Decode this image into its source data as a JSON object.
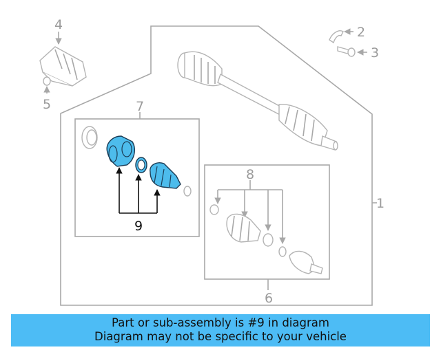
{
  "diagram": {
    "callouts": {
      "c1": "1",
      "c2": "2",
      "c3": "3",
      "c4": "4",
      "c5": "5",
      "c6": "6",
      "c7": "7",
      "c8": "8",
      "c9": "9"
    },
    "highlight_color": "#4dbcec",
    "outline_color": "#a8a8a8"
  },
  "banner": {
    "line1": "Part or sub-assembly is #9 in diagram",
    "line2": "Diagram may not be specific to your vehicle",
    "background": "#4dbcf5"
  }
}
